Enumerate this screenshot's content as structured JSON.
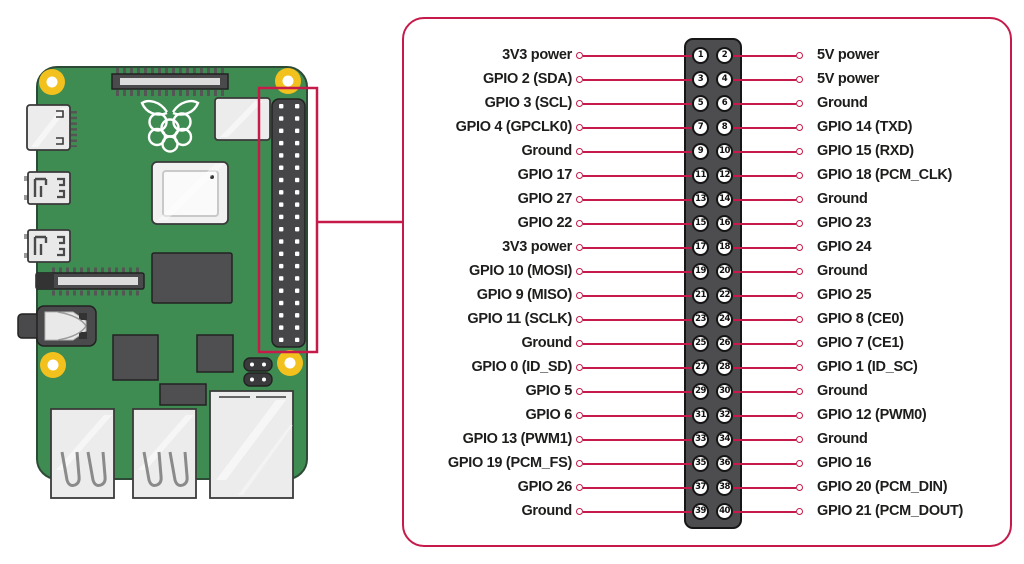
{
  "colors": {
    "accent": "#c51a4a",
    "text": "#1d1d1b",
    "board_green": "#3e8c52",
    "header_gray": "#4d4d4f",
    "mounting_hole_yellow": "#f2c11e"
  },
  "board": {
    "name": "raspberry-pi-board-illustration",
    "parts": [
      "raspberry-logo-icon",
      "mounting-hole",
      "camera-connector",
      "hdmi-port",
      "usb-micro-port",
      "display-connector",
      "audio-jack",
      "soc-chip",
      "ram-chip",
      "gpio-header",
      "poe-jumper-header",
      "usb-stack-port",
      "ethernet-port",
      "gpio-highlight-box",
      "callout-line"
    ]
  },
  "pinout": {
    "rows": [
      {
        "left_label": "3V3 power",
        "left_pin": "1",
        "right_pin": "2",
        "right_label": "5V power"
      },
      {
        "left_label": "GPIO 2 (SDA)",
        "left_pin": "3",
        "right_pin": "4",
        "right_label": "5V power"
      },
      {
        "left_label": "GPIO 3 (SCL)",
        "left_pin": "5",
        "right_pin": "6",
        "right_label": "Ground"
      },
      {
        "left_label": "GPIO 4 (GPCLK0)",
        "left_pin": "7",
        "right_pin": "8",
        "right_label": "GPIO 14 (TXD)"
      },
      {
        "left_label": "Ground",
        "left_pin": "9",
        "right_pin": "10",
        "right_label": "GPIO 15 (RXD)"
      },
      {
        "left_label": "GPIO 17",
        "left_pin": "11",
        "right_pin": "12",
        "right_label": "GPIO 18 (PCM_CLK)"
      },
      {
        "left_label": "GPIO 27",
        "left_pin": "13",
        "right_pin": "14",
        "right_label": "Ground"
      },
      {
        "left_label": "GPIO 22",
        "left_pin": "15",
        "right_pin": "16",
        "right_label": "GPIO 23"
      },
      {
        "left_label": "3V3 power",
        "left_pin": "17",
        "right_pin": "18",
        "right_label": "GPIO 24"
      },
      {
        "left_label": "GPIO 10 (MOSI)",
        "left_pin": "19",
        "right_pin": "20",
        "right_label": "Ground"
      },
      {
        "left_label": "GPIO 9 (MISO)",
        "left_pin": "21",
        "right_pin": "22",
        "right_label": "GPIO 25"
      },
      {
        "left_label": "GPIO 11 (SCLK)",
        "left_pin": "23",
        "right_pin": "24",
        "right_label": "GPIO 8 (CE0)"
      },
      {
        "left_label": "Ground",
        "left_pin": "25",
        "right_pin": "26",
        "right_label": "GPIO 7 (CE1)"
      },
      {
        "left_label": "GPIO 0 (ID_SD)",
        "left_pin": "27",
        "right_pin": "28",
        "right_label": "GPIO 1 (ID_SC)"
      },
      {
        "left_label": "GPIO 5",
        "left_pin": "29",
        "right_pin": "30",
        "right_label": "Ground"
      },
      {
        "left_label": "GPIO 6",
        "left_pin": "31",
        "right_pin": "32",
        "right_label": "GPIO 12 (PWM0)"
      },
      {
        "left_label": "GPIO 13 (PWM1)",
        "left_pin": "33",
        "right_pin": "34",
        "right_label": "Ground"
      },
      {
        "left_label": "GPIO 19 (PCM_FS)",
        "left_pin": "35",
        "right_pin": "36",
        "right_label": "GPIO 16"
      },
      {
        "left_label": "GPIO 26",
        "left_pin": "37",
        "right_pin": "38",
        "right_label": "GPIO 20 (PCM_DIN)"
      },
      {
        "left_label": "Ground",
        "left_pin": "39",
        "right_pin": "40",
        "right_label": "GPIO 21 (PCM_DOUT)"
      }
    ]
  }
}
